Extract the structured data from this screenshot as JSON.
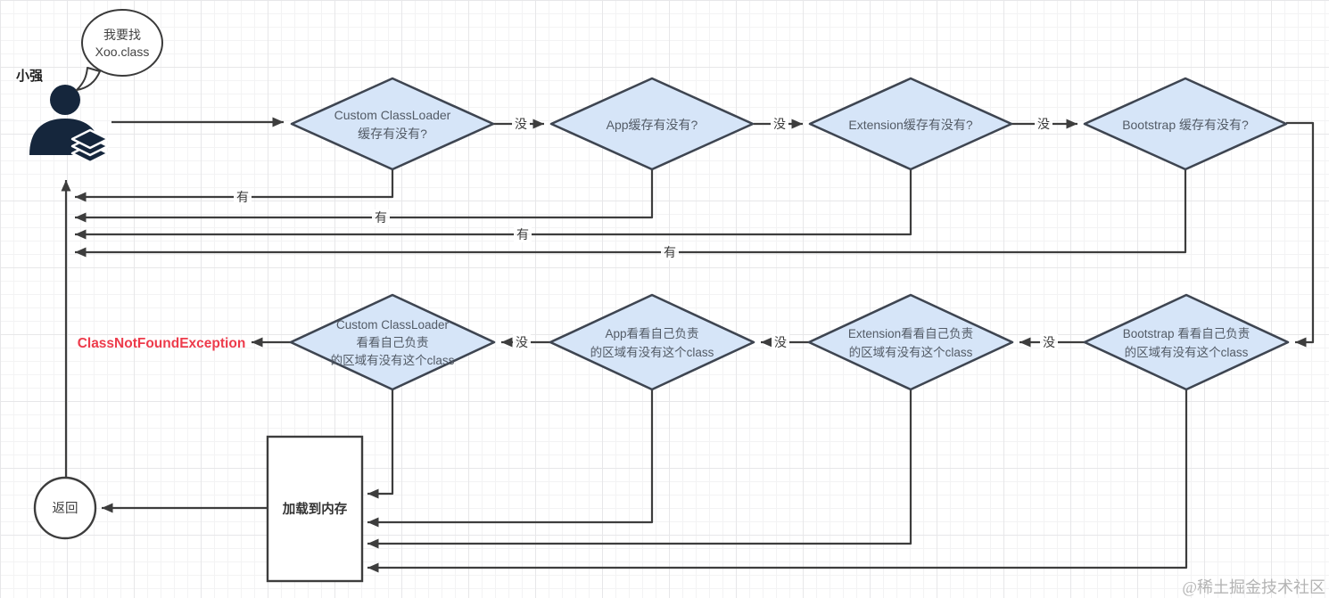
{
  "actor": {
    "name": "小强",
    "bubble_line1": "我要找",
    "bubble_line2": "Xoo.class"
  },
  "edge_labels": {
    "yes": "有",
    "no": "没"
  },
  "cache_row": [
    {
      "line1": "Custom ClassLoader",
      "line2": "缓存有没有?"
    },
    {
      "line1": "App缓存有没有?"
    },
    {
      "line1": "Extension缓存有没有?"
    },
    {
      "line1": "Bootstrap 缓存有没有?"
    }
  ],
  "search_row": [
    {
      "line1": "Custom ClassLoader",
      "line2": "看看自己负责",
      "line3": "的区域有没有这个class"
    },
    {
      "line1": "App看看自己负责",
      "line2": "的区域有没有这个class"
    },
    {
      "line1": "Extension看看自己负责",
      "line2": "的区域有没有这个class"
    },
    {
      "line1": "Bootstrap 看看自己负责",
      "line2": "的区域有没有这个class"
    }
  ],
  "terminals": {
    "exception": "ClassNotFoundException",
    "load_to_memory": "加载到内存",
    "return_label": "返回"
  },
  "colors": {
    "diamond_fill": "#d6e5f8",
    "diamond_stroke": "#3e4551",
    "edge": "#3d3d3d",
    "exception_red": "#ed3b4b",
    "person_navy": "#15263c",
    "watermark_gray": "#b4b4b4"
  },
  "watermark": "@稀土掘金技术社区"
}
